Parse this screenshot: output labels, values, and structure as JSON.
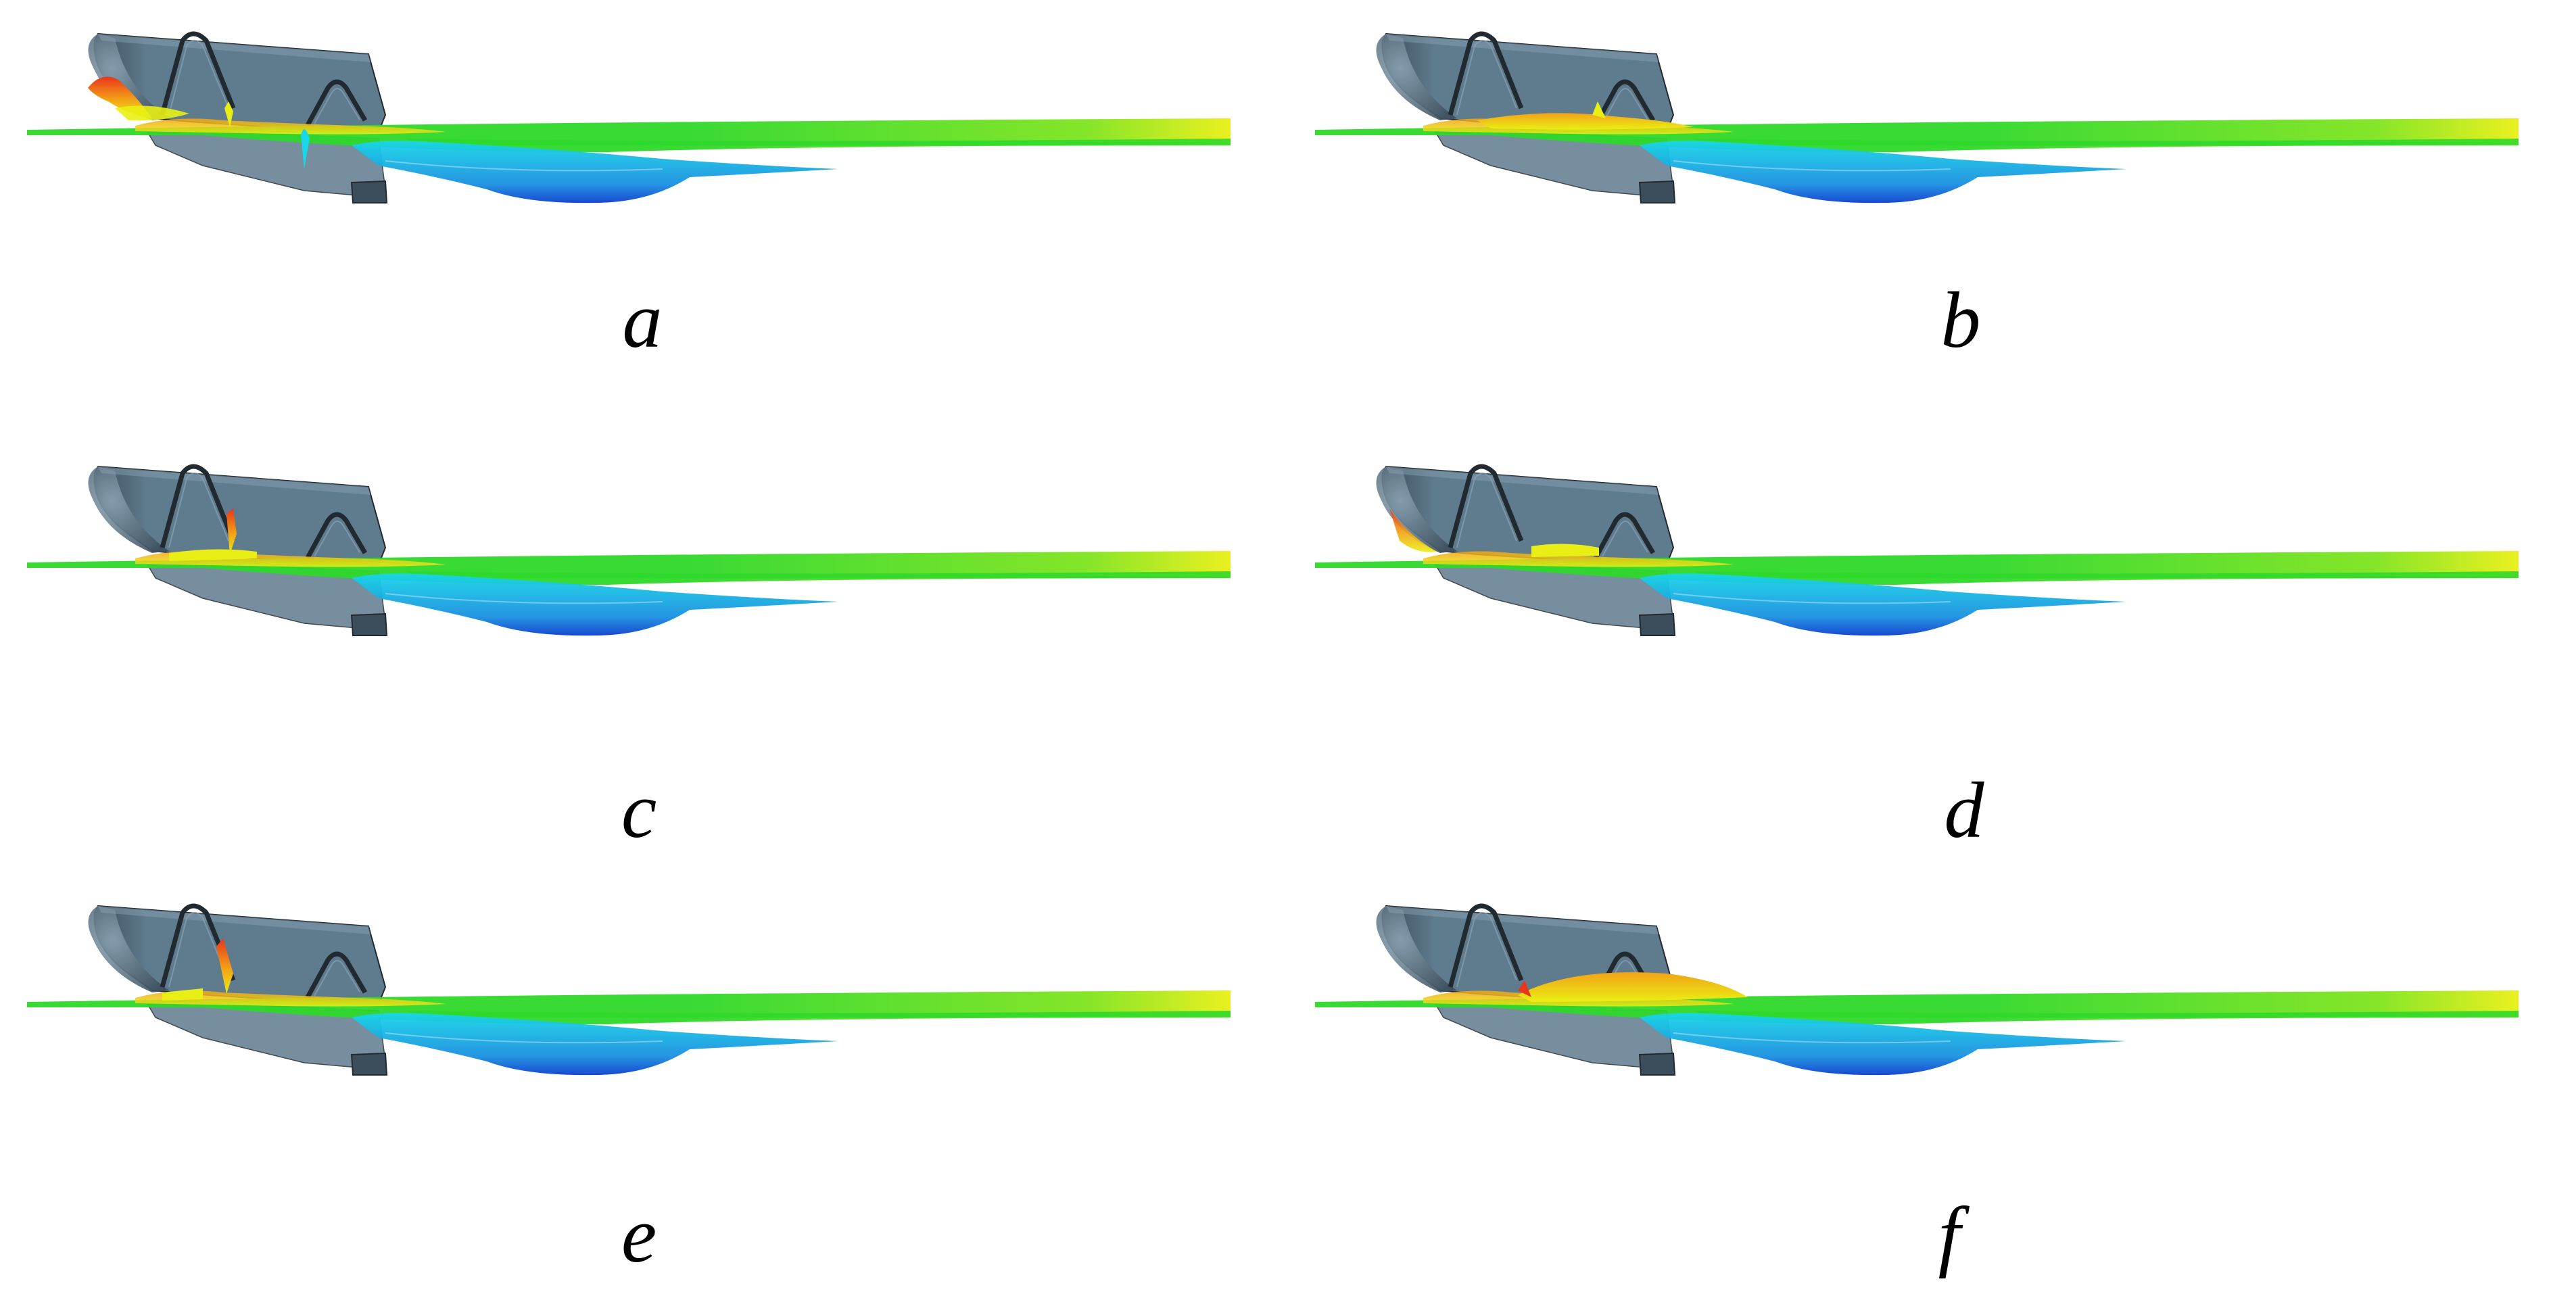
{
  "figure": {
    "panels": [
      {
        "id": "a",
        "label": "a",
        "variant": "bow-spray"
      },
      {
        "id": "b",
        "label": "b",
        "variant": "mid-crest"
      },
      {
        "id": "c",
        "label": "c",
        "variant": "mid-spike"
      },
      {
        "id": "d",
        "label": "d",
        "variant": "bow-wash"
      },
      {
        "id": "e",
        "label": "e",
        "variant": "fore-spike"
      },
      {
        "id": "f",
        "label": "f",
        "variant": "mid-hump"
      }
    ]
  },
  "colors": {
    "hull": "#5f7b8e",
    "hull_dark": "#3c4e5c",
    "hull_light": "#8aa3b3",
    "hull_edge": "#222a31",
    "water_green": "#2fd82a",
    "water_yellow": "#e9ef14",
    "water_cyan": "#18d7e8",
    "water_blue": "#0b3fd0",
    "spray_red": "#e8361a",
    "spray_orange": "#f3a216"
  }
}
